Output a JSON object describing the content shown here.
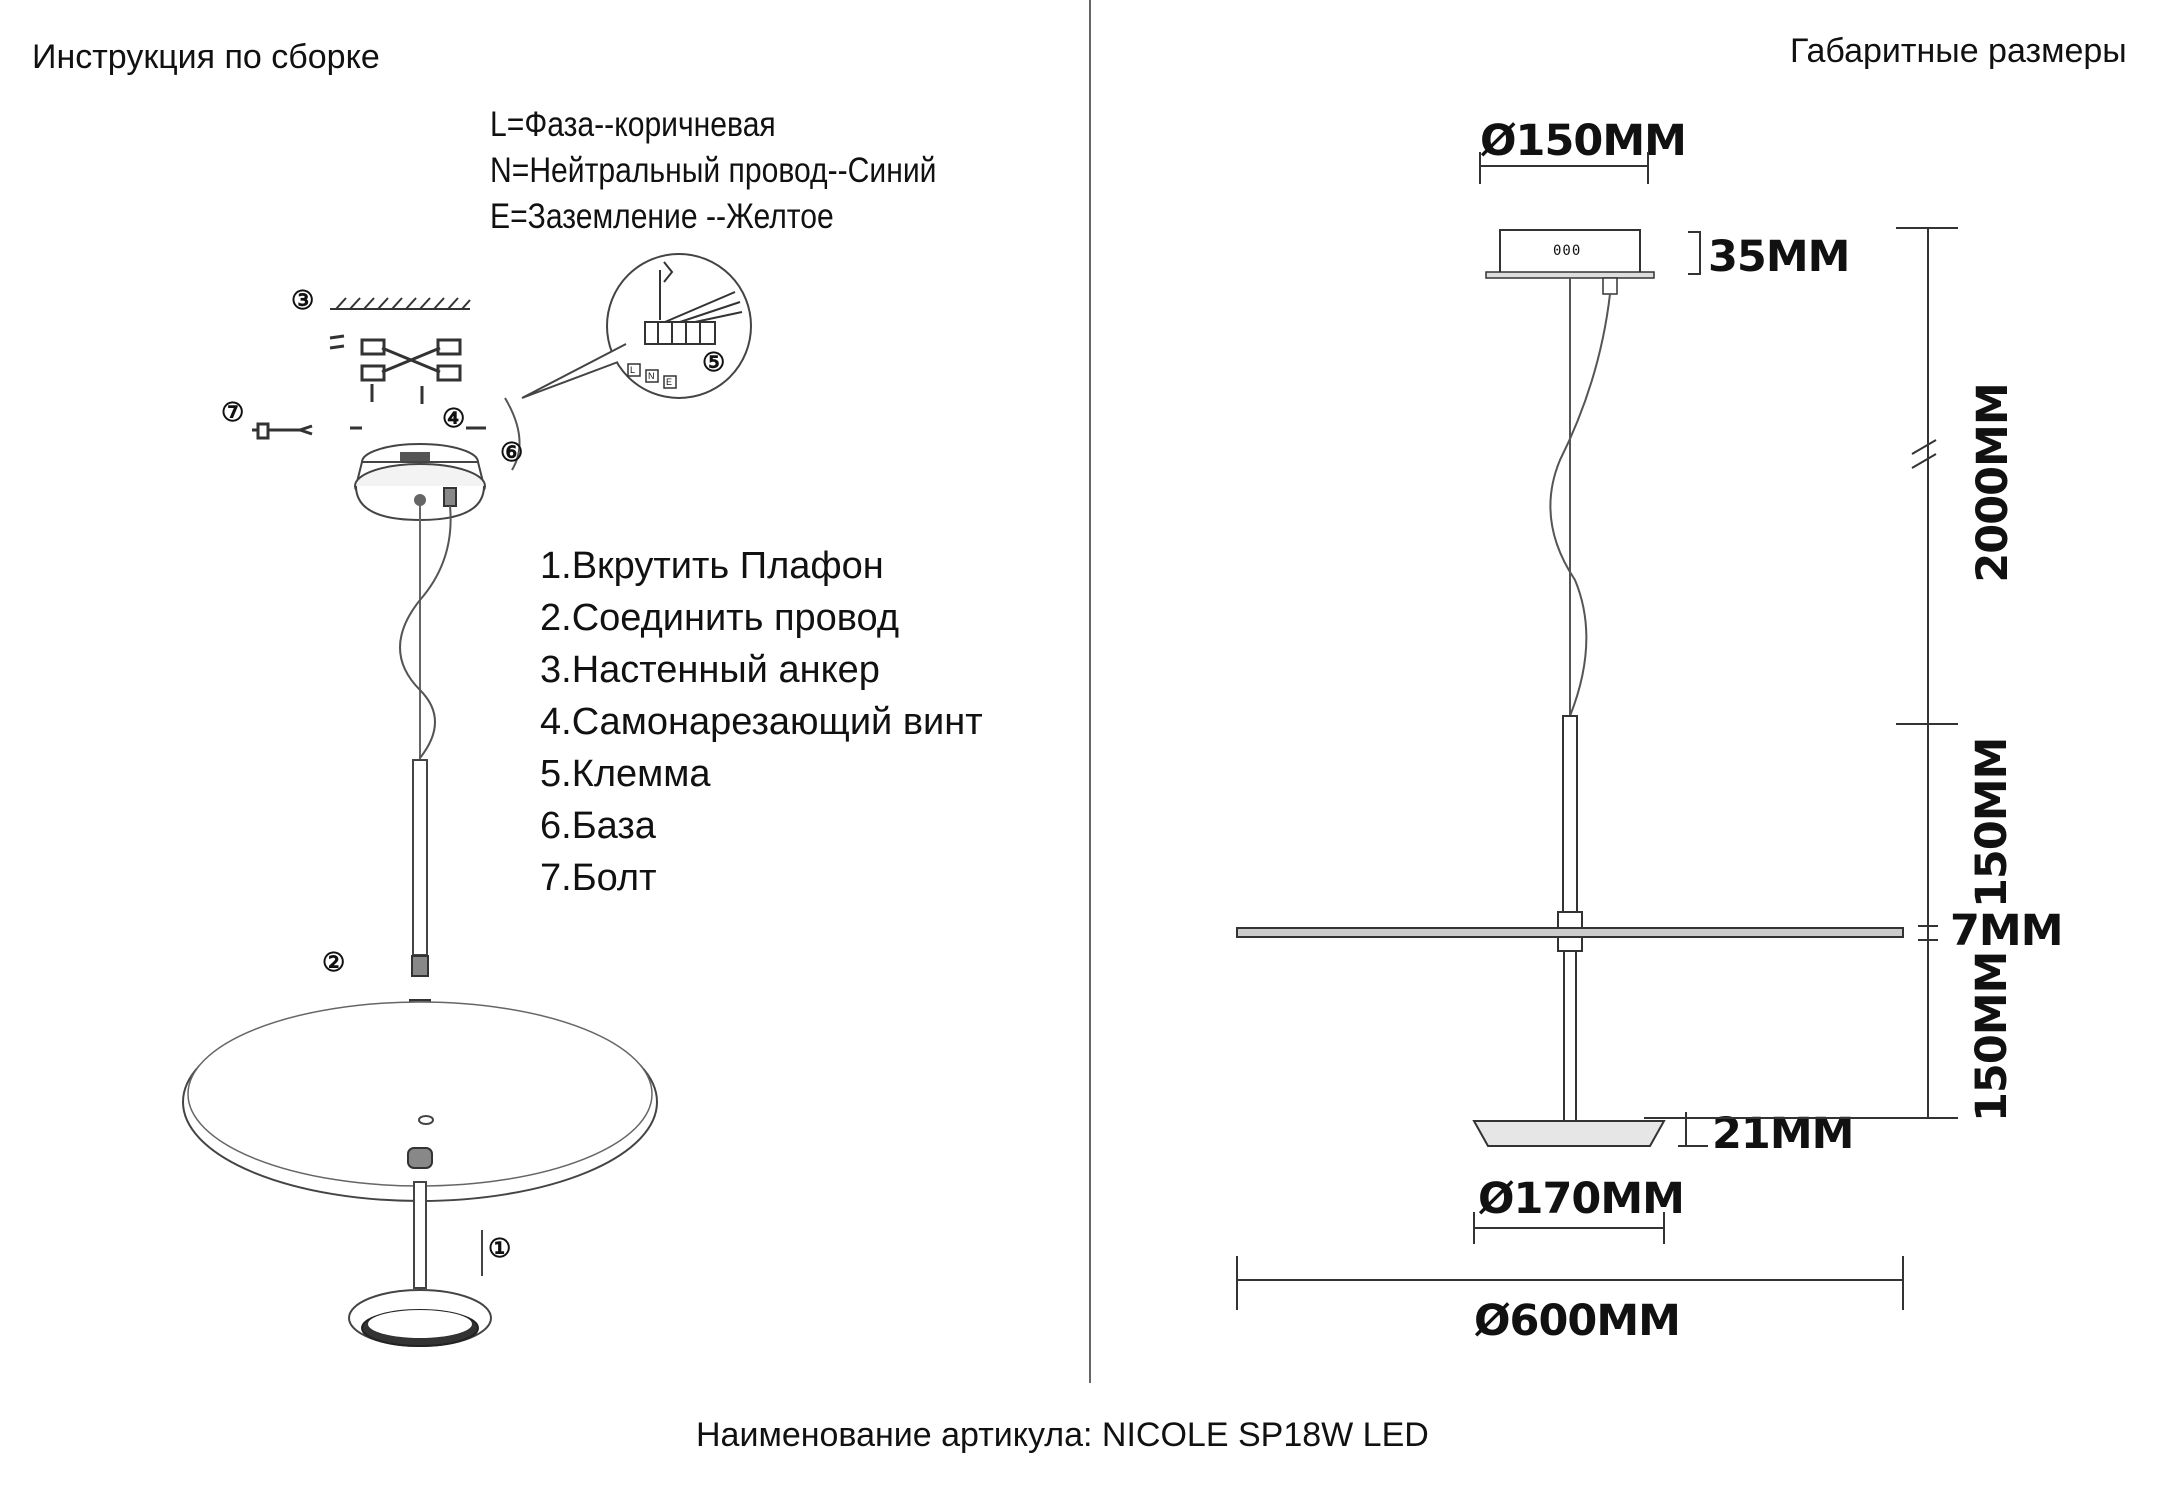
{
  "left_panel": {
    "title": "Инструкция по сборке",
    "wiring_legend": [
      "L=Фаза--коричневая",
      "N=Нейтральный провод--Синий",
      "E=Заземление --Желтое"
    ],
    "steps": [
      "1.Вкрутить Плафон",
      "2.Соединить провод",
      "3.Настенный анкер",
      "4.Самонарезающий винт",
      "5.Клемма",
      "6.База",
      "7.Болт"
    ],
    "callouts": [
      "①",
      "②",
      "③",
      "④",
      "⑤",
      "⑥",
      "⑦"
    ],
    "wire_tags": [
      "L",
      "N",
      "E"
    ]
  },
  "right_panel": {
    "title": "Габаритные размеры",
    "dims": {
      "canopy_diameter": "Ø150MM",
      "canopy_height": "35MM",
      "cable_length": "2000MM",
      "upper_rod": "150MM",
      "disc_thickness": "7MM",
      "lower_rod": "150MM",
      "lamp_height": "21MM",
      "lamp_diameter": "Ø170MM",
      "disc_diameter": "Ø600MM"
    },
    "canopy_marking": "000"
  },
  "footer": {
    "article_name": "Наименование артикула: NICOLE SP18W LED"
  }
}
